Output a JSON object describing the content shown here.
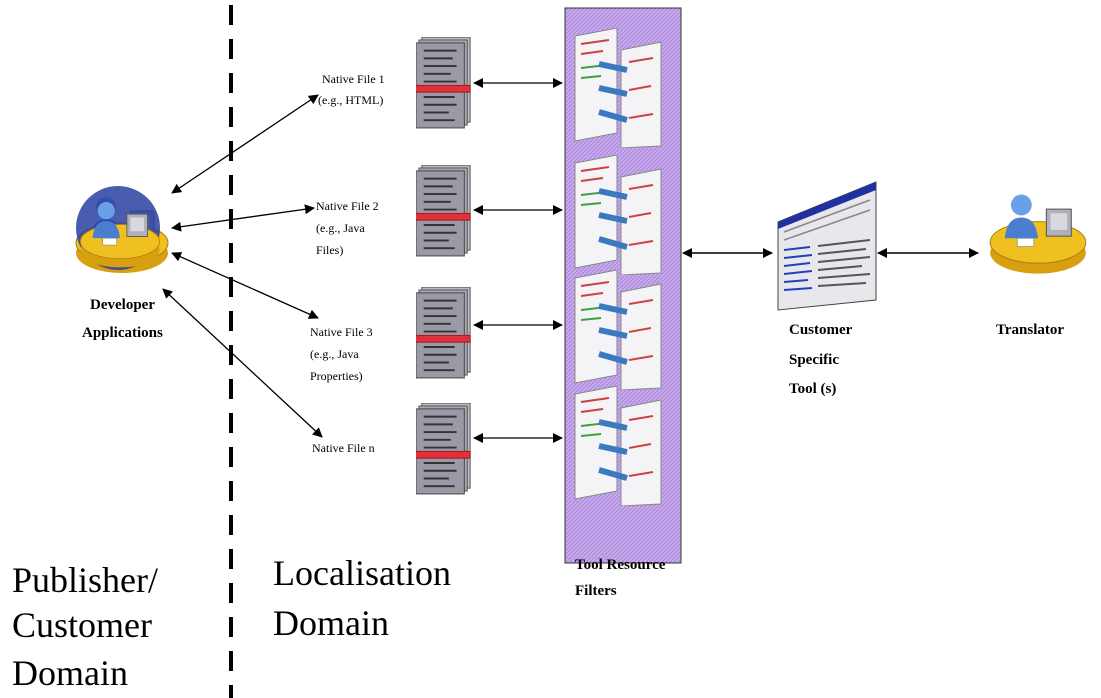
{
  "actors": {
    "developer": {
      "line1": "Developer",
      "line2": "Applications"
    },
    "translator": {
      "label": "Translator"
    }
  },
  "native_files": [
    {
      "line1": "Native File 1",
      "line2": "(e.g., HTML)",
      "line3": ""
    },
    {
      "line1": "Native File 2",
      "line2": "(e.g., Java",
      "line3": "Files)"
    },
    {
      "line1": "Native File 3",
      "line2": "(e.g., Java",
      "line3": "Properties)"
    },
    {
      "line1": "Native File  n",
      "line2": "",
      "line3": ""
    }
  ],
  "filters": {
    "line1": "Tool Resource",
    "line2": "Filters"
  },
  "customer_tool": {
    "line1": "Customer",
    "line2": "Specific",
    "line3": "Tool (s)"
  },
  "domains": {
    "publisher": {
      "line1": "Publisher/",
      "line2": "Customer",
      "line3": "Domain"
    },
    "localisation": {
      "line1": "Localisation",
      "line2": "Domain"
    }
  },
  "colors": {
    "filter_panel": "#c8a8ec",
    "file_stack": "#9a9aa6",
    "file_band": "#e0303a",
    "actor_base": "#f0c020",
    "actor_person": "#4a7fd0"
  }
}
